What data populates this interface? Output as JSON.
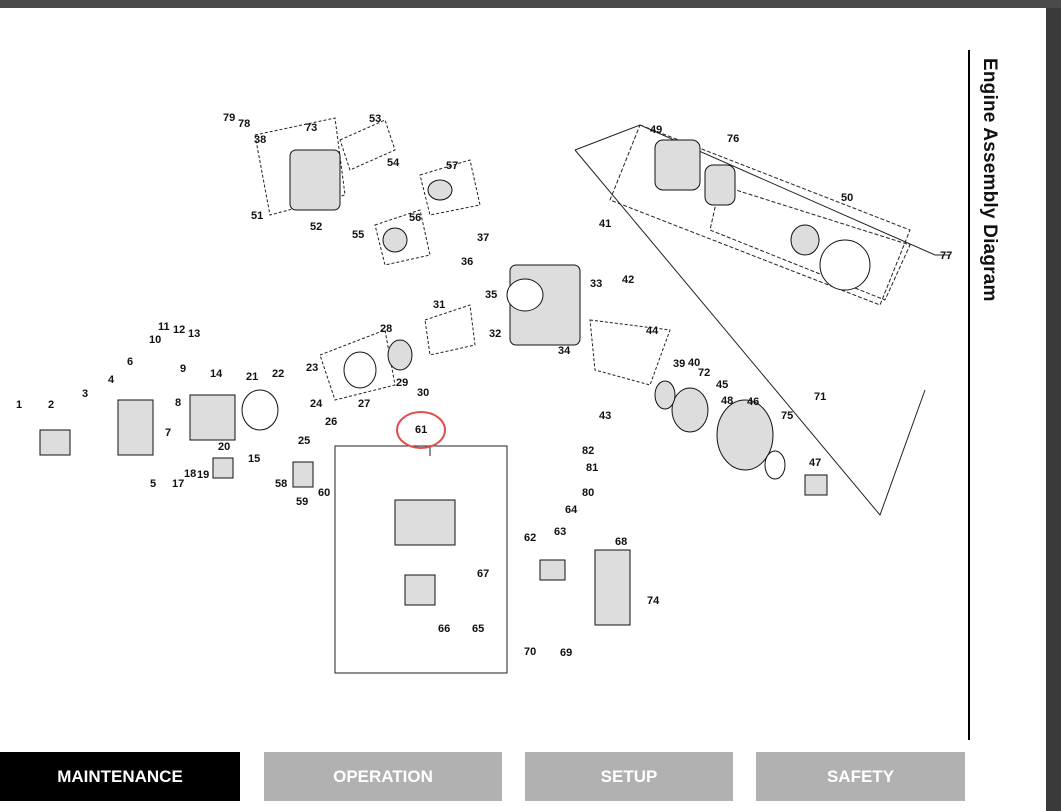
{
  "document": {
    "title": "Engine Assembly Diagram"
  },
  "diagram": {
    "highlighted_part": "61",
    "highlight_color": "#e05050",
    "part_labels": [
      "1",
      "2",
      "3",
      "4",
      "5",
      "6",
      "7",
      "8",
      "9",
      "10",
      "11",
      "12",
      "13",
      "14",
      "15",
      "17",
      "18",
      "19",
      "20",
      "21",
      "22",
      "23",
      "24",
      "25",
      "26",
      "27",
      "28",
      "29",
      "30",
      "31",
      "32",
      "33",
      "34",
      "35",
      "36",
      "37",
      "38",
      "39",
      "40",
      "41",
      "42",
      "43",
      "44",
      "45",
      "46",
      "47",
      "48",
      "49",
      "50",
      "51",
      "52",
      "53",
      "54",
      "55",
      "56",
      "57",
      "58",
      "59",
      "60",
      "61",
      "62",
      "63",
      "64",
      "65",
      "66",
      "67",
      "68",
      "69",
      "70",
      "71",
      "72",
      "73",
      "74",
      "75",
      "76",
      "77",
      "78",
      "79",
      "80",
      "81",
      "82"
    ]
  },
  "tabs": [
    {
      "label": "MAINTENANCE",
      "active": true
    },
    {
      "label": "OPERATION",
      "active": false
    },
    {
      "label": "SETUP",
      "active": false
    },
    {
      "label": "SAFETY",
      "active": false
    }
  ],
  "colors": {
    "active_tab": "#000000",
    "inactive_tab": "#b1b1b1",
    "tab_text": "#ffffff"
  }
}
